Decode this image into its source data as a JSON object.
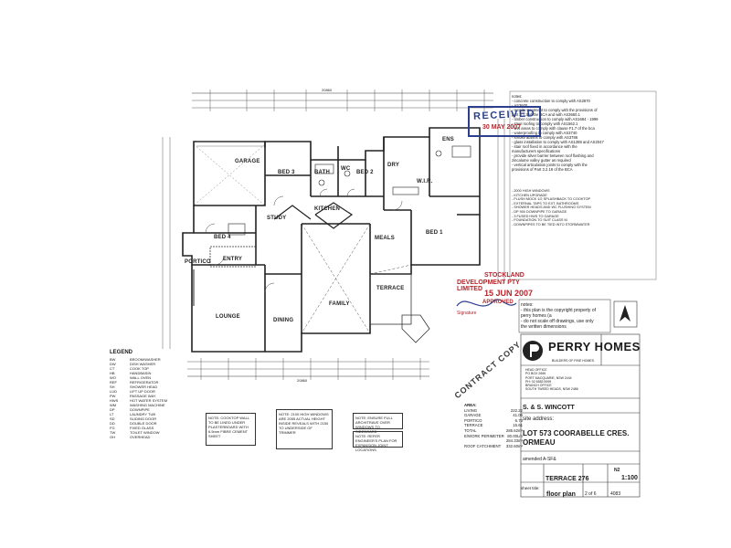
{
  "rooms": {
    "garage": "GARAGE",
    "bed3": "BED 3",
    "bath": "BATH",
    "wc": "WC",
    "bed2": "BED 2",
    "dry": "DRY",
    "wir": "W.I.R.",
    "ens": "ENS",
    "study": "STUDY",
    "kitchen": "KITCHEN",
    "bed4": "BED 4",
    "meals": "MEALS",
    "bed1": "BED 1",
    "portico": "PORTICO",
    "entry": "ENTRY",
    "family": "FAMILY",
    "terrace": "TERRACE",
    "lounge": "LOUNGE",
    "dining": "DINING"
  },
  "dimensions": {
    "overall_width": "20860",
    "overall_depth": "20860"
  },
  "legend": {
    "title": "LEGEND",
    "items": [
      [
        "BW",
        "BROOM/WASHER"
      ],
      [
        "DW",
        "DISH WASHER"
      ],
      [
        "CT",
        "COOK TOP"
      ],
      [
        "HB",
        "HANDBASIN"
      ],
      [
        "WO",
        "WALL OVEN"
      ],
      [
        "REF",
        "REFRIGERATOR"
      ],
      [
        "SH",
        "SHOWER HEAD"
      ],
      [
        "LUD",
        "LIFT UP DOOR"
      ],
      [
        "PW",
        "PASSAGE WAY"
      ],
      [
        "HWS",
        "HOT WATER SYSTEM"
      ],
      [
        "WM",
        "WASHING MACHINE"
      ],
      [
        "DP",
        "DOWNPIPE"
      ],
      [
        "LT",
        "LAUNDRY TUB"
      ],
      [
        "SD",
        "SLIDING DOOR"
      ],
      [
        "DD",
        "DOUBLE DOOR"
      ],
      [
        "FG",
        "FIXED GLASS"
      ],
      [
        "TW",
        "TOILET WINDOW"
      ],
      [
        "OH",
        "OVERHEAD"
      ]
    ]
  },
  "notes": {
    "header": "notes:",
    "lines": [
      "- concrete construction to comply with AS2870",
      "- AS3600",
      "- termite treatment to comply with the provisions of",
      "  part 3.1.3 of the BCA and with AS3660.1",
      "- timber construction to comply with AS1684 - 1999",
      "- steel roofing to comply with AS1562.1",
      "- wet areas to comply with clause F1.7 of the bca",
      "- waterproofing to comply with AS3740",
      "- smoke alarms to comply with AS3786",
      "- glass installation to comply with AS1288 and AS2047",
      "- stair roof fixed in accordance with the",
      "  manufacturers specifications",
      "- provide silver barrier between roof flashing and",
      "  zincalume valley gutter as required",
      "- vertical articulation joints to comply with the",
      "  provisions of Part 3.2.18 of the BCA"
    ],
    "upgrades": [
      "- 2000 HIGH WINDOWS",
      "- KITCHEN UPGRADE",
      "- FLUSH MOCK 1/2 SPLASHBACK TO COOKTOP",
      "- EXTERNAL TAPS TO EXT. BATHROOMS",
      "- SHOWER HEADS AND WC FLUSHING SYSTEM",
      "- DP 900 DOWNPIPE TO GARAGE",
      "- 3 FUSED HWS TO GARAGE",
      "- FOUNDATION TO SUIT CLASS M",
      "- DOWNPIPES TO BE TIED INTO STORMWATER"
    ]
  },
  "stamps": {
    "received": "RECEIVED",
    "received_date": "30 MAY 2007",
    "dev_line1": "STOCKLAND",
    "dev_line2": "DEVELOPMENT PTY LIMITED",
    "dev_date": "15 JUN 2007",
    "dev_approved": "APPROVED",
    "dev_signature": "Signature"
  },
  "copyright": {
    "lines": [
      "notes:",
      "- this plan is the copyright property of",
      "  perry homes (a",
      "- do not scale off drawings, use only",
      "  the written dimensions"
    ]
  },
  "contract_copy": "CONTRACT COPY",
  "titleblock": {
    "brand": "PERRY HOMES",
    "brand_sub": "BUILDERS OF FINE HOMES",
    "contacts": [
      "HEAD OFFICE",
      "PO BOX 2696",
      "PORT MACQUARIE, NSW 2444",
      "PH: 02 6583 5999",
      "BRANCH OFFICE",
      "SOUTH TWEED HEADS, NSW 2486"
    ],
    "client": "S. & S. WINCOTT",
    "site_label": "site address:",
    "lot": "LOT 573 COORABELLE CRES.",
    "town": "ORMEAU",
    "amended": "amended A-SF&",
    "design": "TERRACE 276",
    "sheet_title_label": "sheet title:",
    "sheet_title": "floor plan",
    "scale": "1:100",
    "sheet_no": "2 of 6",
    "job_no": "4083",
    "wind": "N2"
  },
  "areas": {
    "header": "AREA:",
    "rows": [
      [
        "LIVING",
        "222.22"
      ],
      [
        "GARAGE",
        "41.06"
      ],
      [
        "PORTICO",
        "6.73"
      ],
      [
        "TERRACE",
        "15.61"
      ],
      [
        "TOTAL",
        "285.62m²"
      ],
      [
        "E/WORK PERIMETER",
        "80.00Lm"
      ],
      [
        "",
        "284.33m²"
      ],
      [
        "ROOF CATCHMENT",
        "332.60m²"
      ]
    ]
  },
  "boxed_notes": {
    "cooktop": "NOTE: COOKTOP WALL TO BE LINED UNDER PLASTERBOARD WITH 6.5mm FIBRE CEMENT SHEET",
    "windows": "NOTE: 2100 HIGH WINDOWS ARE 2055 ACTUAL HEIGHT INSIDE REVEALS WITH 2150 TO UNDERSIDE OF TRIMMER",
    "architrave": "NOTE: ENSURE FULL ARCHITRAVE OVER WINDOWS TO SIDEBOARD",
    "engineer": "NOTE: REFER ENGINEER'S PLAN FOR EXPANSION JOINT LOCATIONS"
  }
}
